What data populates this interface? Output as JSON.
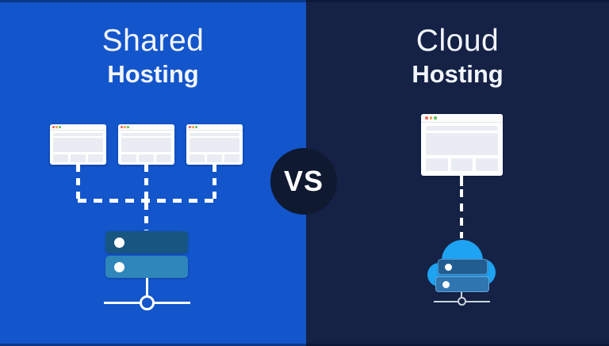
{
  "left_panel": {
    "title_line1": "Shared",
    "title_line2": "Hosting",
    "client_window_count": 3,
    "icons": [
      "browser-window-icon",
      "dashed-connector",
      "server-stack-icon",
      "network-node-icon"
    ]
  },
  "right_panel": {
    "title_line1": "Cloud",
    "title_line2": "Hosting",
    "client_window_count": 1,
    "icons": [
      "browser-window-icon",
      "dashed-connector",
      "cloud-server-icon",
      "network-node-icon"
    ]
  },
  "divider": {
    "vs_label": "VS"
  },
  "colors": {
    "left_bg": "#1355cb",
    "right_bg": "#152246",
    "vs_circle": "#0f1930",
    "title_text": "#f2f5fb",
    "cloud": "#1ea3f2",
    "server_left_top": "#175680",
    "server_left_bottom": "#2e86ba",
    "server_right_top": "#215d90",
    "server_right_bottom": "#2f76b0",
    "connector_left": "#ffffff",
    "connector_right": "#ccd2dc",
    "window_block": "#e9edf3",
    "traffic_red": "#ee6a5f",
    "traffic_yellow": "#f0a24e",
    "traffic_green": "#61c454"
  }
}
